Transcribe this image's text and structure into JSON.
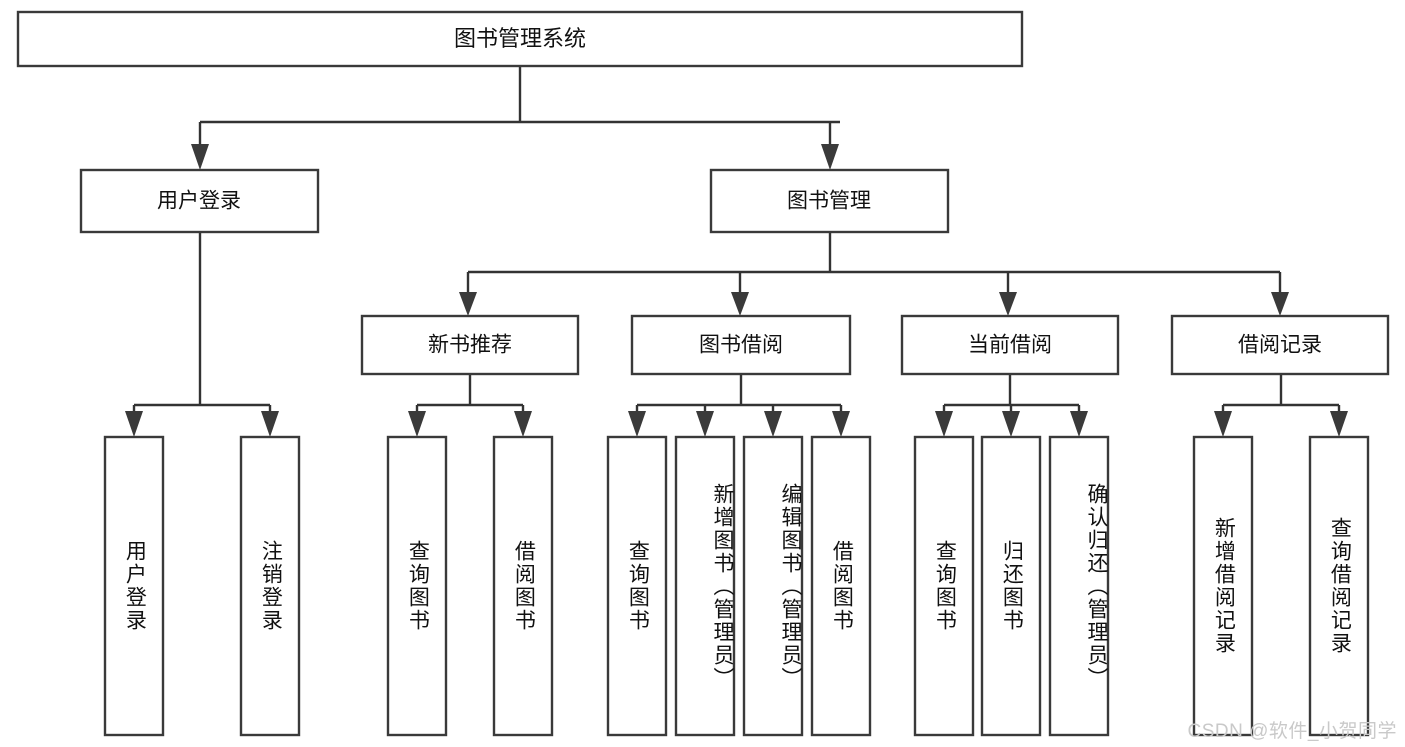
{
  "diagram": {
    "type": "tree-hierarchy-chart",
    "title": "图书管理系统",
    "watermark": "CSDN @软件_小贺同学",
    "colors": {
      "background": "#ffffff",
      "box_stroke": "#3a3a3a",
      "box_fill": "#ffffff",
      "connector": "#333333",
      "text": "#111111",
      "watermark": "#c9c9c9"
    },
    "root": {
      "id": "root",
      "label": "图书管理系统",
      "orientation": "horizontal"
    },
    "level2": [
      {
        "id": "user-login",
        "label": "用户登录",
        "orientation": "horizontal"
      },
      {
        "id": "book-manage",
        "label": "图书管理",
        "orientation": "horizontal"
      }
    ],
    "level3": [
      {
        "id": "new-book-recommend",
        "label": "新书推荐",
        "orientation": "horizontal",
        "parent": "book-manage"
      },
      {
        "id": "book-borrow",
        "label": "图书借阅",
        "orientation": "horizontal",
        "parent": "book-manage"
      },
      {
        "id": "current-borrow",
        "label": "当前借阅",
        "orientation": "horizontal",
        "parent": "book-manage"
      },
      {
        "id": "borrow-record",
        "label": "借阅记录",
        "orientation": "horizontal",
        "parent": "book-manage"
      }
    ],
    "leaves": [
      {
        "id": "leaf-user-login",
        "label": "用户登录",
        "parent": "user-login",
        "orientation": "vertical"
      },
      {
        "id": "leaf-user-logout",
        "label": "注销登录",
        "parent": "user-login",
        "orientation": "vertical"
      },
      {
        "id": "leaf-query-book-1",
        "label": "查询图书",
        "parent": "new-book-recommend",
        "orientation": "vertical"
      },
      {
        "id": "leaf-borrow-book-1",
        "label": "借阅图书",
        "parent": "new-book-recommend",
        "orientation": "vertical"
      },
      {
        "id": "leaf-query-book-2",
        "label": "查询图书",
        "parent": "book-borrow",
        "orientation": "vertical"
      },
      {
        "id": "leaf-add-book",
        "label": "新增图书（管理员）",
        "parent": "book-borrow",
        "orientation": "vertical"
      },
      {
        "id": "leaf-edit-book",
        "label": "编辑图书（管理员）",
        "parent": "book-borrow",
        "orientation": "vertical"
      },
      {
        "id": "leaf-borrow-book-2",
        "label": "借阅图书",
        "parent": "book-borrow",
        "orientation": "vertical"
      },
      {
        "id": "leaf-query-book-3",
        "label": "查询图书",
        "parent": "current-borrow",
        "orientation": "vertical"
      },
      {
        "id": "leaf-return-book",
        "label": "归还图书",
        "parent": "current-borrow",
        "orientation": "vertical"
      },
      {
        "id": "leaf-confirm-return",
        "label": "确认归还（管理员）",
        "parent": "current-borrow",
        "orientation": "vertical"
      },
      {
        "id": "leaf-add-record",
        "label": "新增借阅记录",
        "parent": "borrow-record",
        "orientation": "vertical"
      },
      {
        "id": "leaf-query-record",
        "label": "查询借阅记录",
        "parent": "borrow-record",
        "orientation": "vertical"
      }
    ]
  }
}
